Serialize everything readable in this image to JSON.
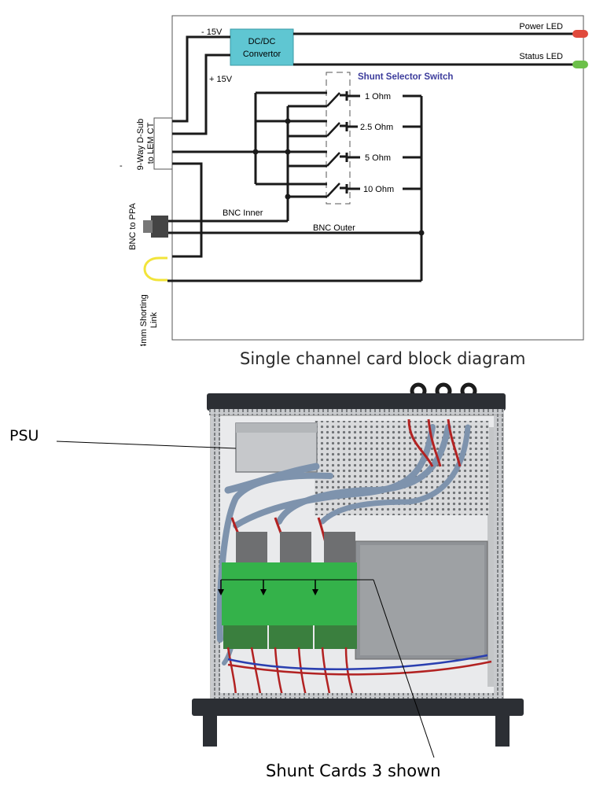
{
  "block_diagram": {
    "labels": {
      "minus_15v": "- 15V",
      "plus_15v": "+ 15V",
      "dcdc": [
        "DC/DC",
        "Convertor"
      ],
      "power_led": "Power LED",
      "status_led": "Status LED",
      "shunt_selector": "Shunt Selector Switch",
      "dsub": [
        "9-Way D-Sub",
        "to LEM CT"
      ],
      "bnc_ppa": "BNC to PPA",
      "shorting_link": [
        "4mm Shorting",
        "Link"
      ],
      "bnc_inner": "BNC Inner",
      "bnc_outer": "BNC Outer",
      "shunts": [
        "1 Ohm",
        "2.5 Ohm",
        "5 Ohm",
        "10 Ohm"
      ],
      "dot": "-"
    },
    "colors": {
      "converter_fill": "#5fc6d2",
      "power_led": "#e04a3c",
      "status_led": "#6cc04a",
      "selector_title": "#3c3c9c"
    },
    "caption": "Single channel card block diagram"
  },
  "photo": {
    "psu_label": "PSU",
    "shunt_cards_label": "Shunt Cards 3 shown",
    "card_count": 3
  }
}
